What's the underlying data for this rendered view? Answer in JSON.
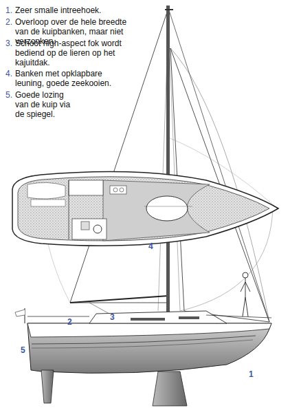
{
  "diagram": {
    "labels": [
      "1.",
      "Zeer smalle intreehoek.",
      "2.",
      "Overloop over de hele breedte van de kuipbanken, maar niet verzonken.",
      "3.",
      "Schoot high-aspect fok wordt bediend op de lieren op het kajuitdak.",
      "4.",
      "Banken met opklapbare leuning, goede zeekooien.",
      "5.",
      "Goede lozing van de kuip via de spiegel.",
      "4",
      "2",
      "3",
      "5",
      "1"
    ]
  }
}
